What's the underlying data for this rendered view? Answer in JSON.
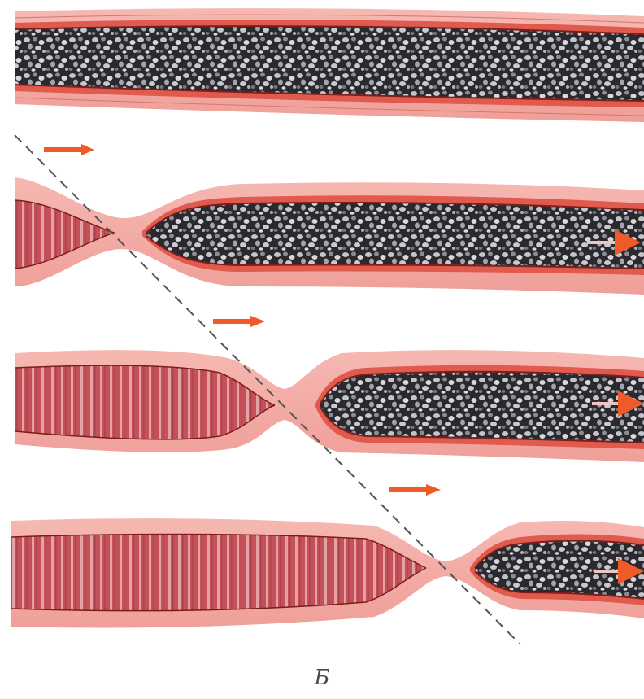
{
  "figure": {
    "caption": "Б",
    "stages": [
      {
        "id": "stage-1",
        "constriction": null,
        "contracted_muscle": false,
        "flow_arrow": false
      },
      {
        "id": "stage-2",
        "constriction": "left",
        "contracted_muscle": true,
        "flow_arrow": true
      },
      {
        "id": "stage-3",
        "constriction": "middle",
        "contracted_muscle": true,
        "flow_arrow": true
      },
      {
        "id": "stage-4",
        "constriction": "right",
        "contracted_muscle": true,
        "flow_arrow": true
      }
    ],
    "direction_arrows": 3,
    "colors": {
      "wall_outer": "#f2a4a0",
      "wall_inner": "#e05a4e",
      "muscle": "#c8505a",
      "muscle_stripe": "#f0c4c6",
      "content_dark": "#2a2a2e",
      "content_light": "#b9b9c2",
      "arrow": "#f05a28",
      "dashed_line": "#555555"
    }
  }
}
